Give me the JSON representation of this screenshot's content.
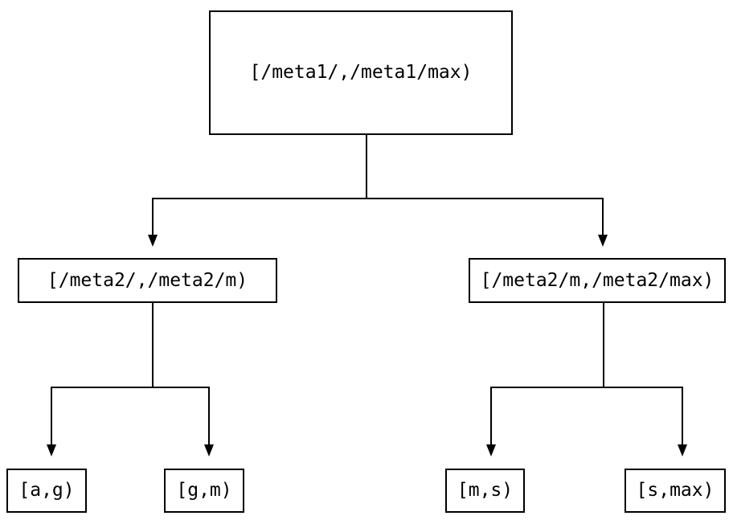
{
  "tree": {
    "root": {
      "label": "[/meta1/,/meta1/max)"
    },
    "children": [
      {
        "label": "[/meta2/,/meta2/m)",
        "children": [
          {
            "label": "[a,g)"
          },
          {
            "label": "[g,m)"
          }
        ]
      },
      {
        "label": "[/meta2/m,/meta2/max)",
        "children": [
          {
            "label": "[m,s)"
          },
          {
            "label": "[s,max)"
          }
        ]
      }
    ]
  },
  "icons": {
    "arrowhead": "triangle-down"
  },
  "colors": {
    "background": "#ffffff",
    "box_border": "#000000",
    "line": "#000000",
    "text": "#000000"
  }
}
